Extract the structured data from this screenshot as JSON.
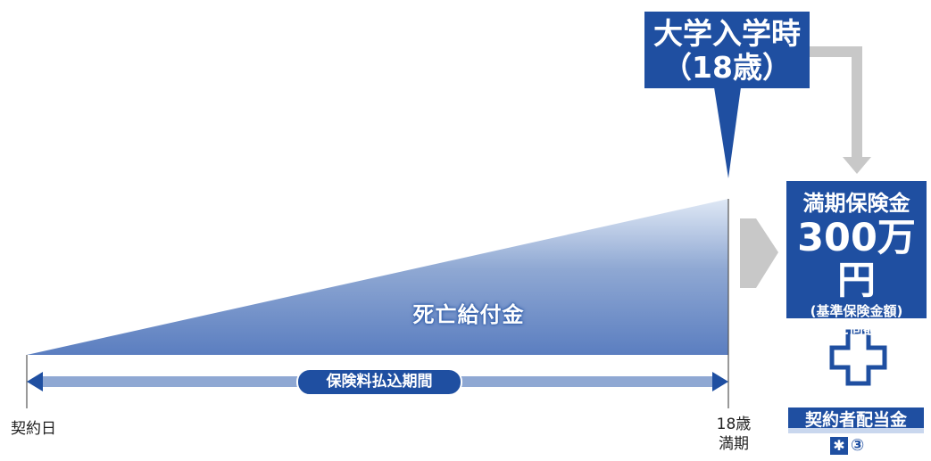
{
  "callout": {
    "line1": "大学入学時",
    "line2": "（18歳）"
  },
  "death_benefit": "死亡給付金",
  "premium_period": "保険料払込期間",
  "axis": {
    "start": "契約日",
    "end_line1": "18歳",
    "end_line2": "満期"
  },
  "maturity": {
    "title": "満期保険金",
    "amount": "300万円",
    "note_line1": "基準保険金額",
    "note_line2": "と同額"
  },
  "dividend": "契約者配当金",
  "footnote": {
    "mark": "✱",
    "number": "③"
  },
  "colors": {
    "primary": "#1f4fa1",
    "gray_arrow": "#c8c8c8",
    "light_band": "#8fa8d3"
  }
}
